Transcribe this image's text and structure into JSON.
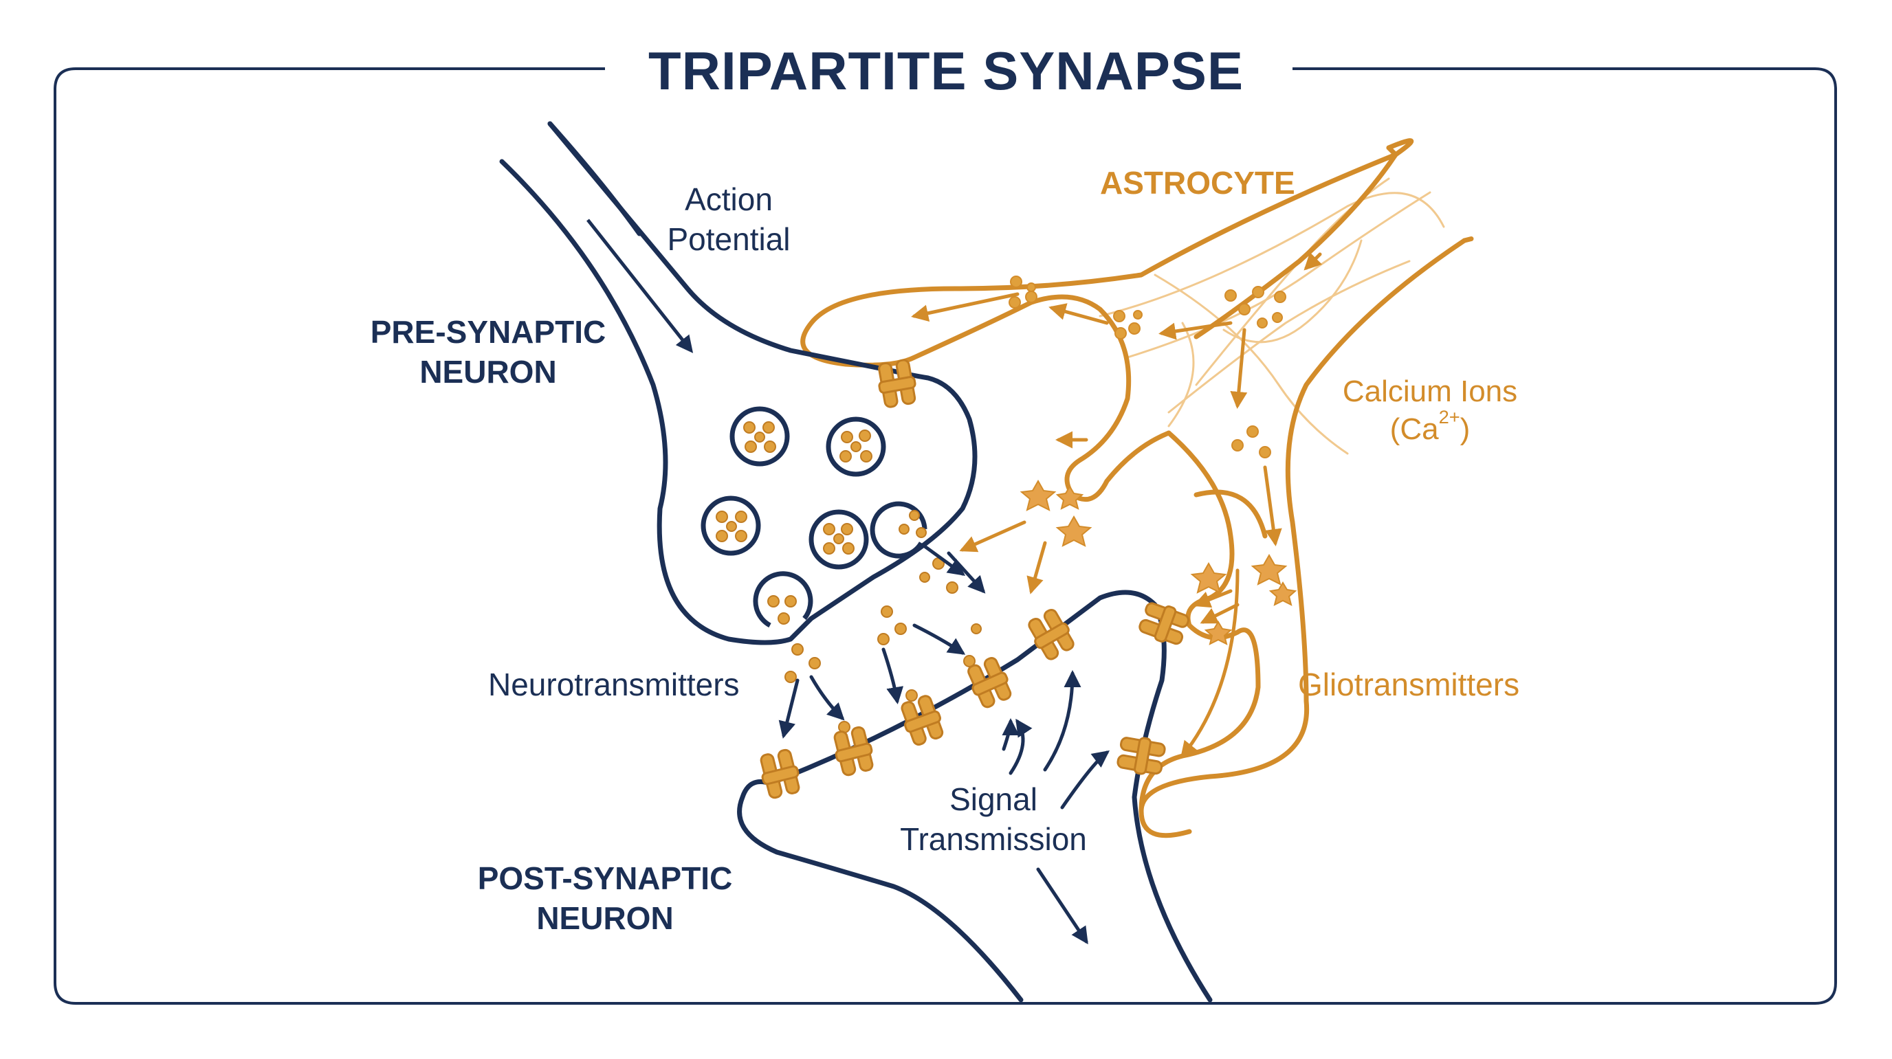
{
  "title": "TRIPARTITE SYNAPSE",
  "labels": {
    "action_potential": [
      "Action",
      "Potential"
    ],
    "pre_synaptic": [
      "PRE-SYNAPTIC",
      "NEURON"
    ],
    "post_synaptic": [
      "POST-SYNAPTIC",
      "NEURON"
    ],
    "astrocyte": "ASTROCYTE",
    "calcium_ions": [
      "Calcium Ions",
      "(Ca",
      "2+",
      ")"
    ],
    "neurotransmitters": "Neurotransmitters",
    "gliotransmitters": "Gliotransmitters",
    "signal_transmission": [
      "Signal",
      "Transmission"
    ]
  },
  "colors": {
    "neuron": "#1b2f55",
    "astrocyte": "#d38c2a",
    "astrocyte_light": "#f1c98f",
    "receptor": "#e0a03c",
    "background": "#ffffff"
  }
}
